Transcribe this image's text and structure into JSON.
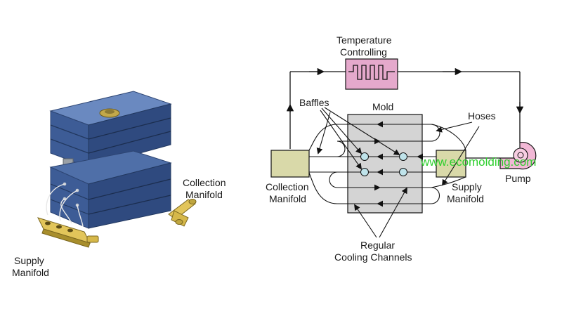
{
  "left_labels": {
    "collection_line1": "Collection",
    "collection_line2": "Manifold",
    "supply_line1": "Supply",
    "supply_line2": "Manifold"
  },
  "schematic_labels": {
    "temperature_line1": "Temperature",
    "temperature_line2": "Controlling",
    "baffles": "Baffles",
    "mold": "Mold",
    "hoses": "Hoses",
    "collection_line1": "Collection",
    "collection_line2": "Manifold",
    "supply_line1": "Supply",
    "supply_line2": "Manifold",
    "pump": "Pump",
    "regular_line1": "Regular",
    "regular_line2": "Cooling Channels"
  },
  "watermark": "www.ecomolding.com",
  "colors": {
    "mold_blue": "#3f5f9a",
    "manifold_box": "#d9d9a9",
    "mold_box": "#d4d4d4",
    "temp_controller": "#e5a9cc",
    "pump": "#f2b8d6",
    "baffle_circle": "#bfe3ea",
    "brass": "#d6b84a",
    "watermark": "#2fcf2f"
  }
}
